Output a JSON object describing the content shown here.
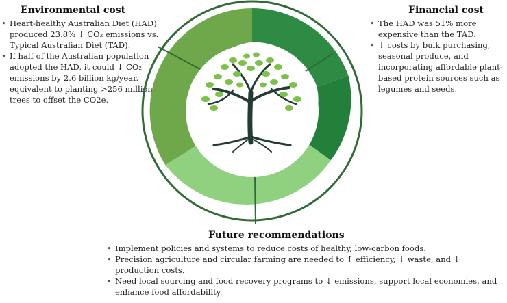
{
  "colors": {
    "segment_top_right": "#2e8b43",
    "segment_right": "#23803b",
    "segment_bottom": "#8fd17f",
    "segment_left": "#6fa84a",
    "ring_outline": "#2f6b35",
    "tree_leaf": "#7cc24a",
    "tree_trunk": "#243b35"
  },
  "environmental": {
    "heading": "Environmental cost",
    "bullets": [
      "Heart-healthy Australian Diet (HAD) produced 23.8% ↓ CO₂ emissions vs. Typical Australian Diet (TAD).",
      "If half of the Australian population adopted the HAD, it could ↓ CO₂ emissions by 2.6 billion kg/year, equivalent to planting >256 million trees to offset the CO2e."
    ]
  },
  "financial": {
    "heading": "Financial cost",
    "bullets": [
      "The HAD was 51% more expensive than the TAD.",
      "↓ costs by bulk purchasing, seasonal produce, and incorporating affordable plant-based protein sources such as legumes and seeds."
    ]
  },
  "future": {
    "heading": "Future recommendations",
    "bullets": [
      "Implement policies and systems to reduce costs of healthy, low-carbon foods.",
      "Precision agriculture and circular farming are needed to ↑ efficiency, ↓ waste, and ↓ production costs.",
      "Need local sourcing and food recovery programs to ↓ emissions, support local economies, and enhance food affordability."
    ]
  },
  "center_icon": "tree-icon"
}
